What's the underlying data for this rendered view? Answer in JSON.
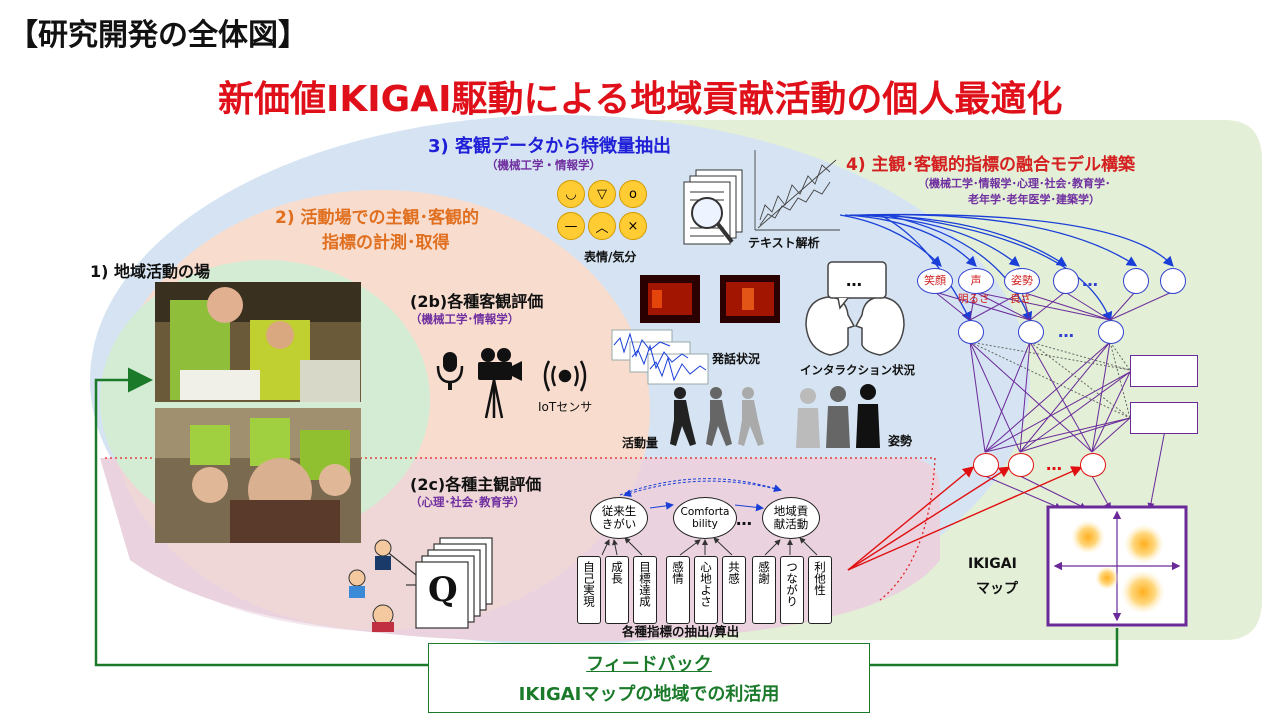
{
  "header": {
    "section_title": "【研究開発の全体図】",
    "main_title": "新価値IKIGAI駆動による地域貢献活動の個人最適化"
  },
  "section3": {
    "title": "3) 客観データから特徴量抽出",
    "subtitle": "（機械工学・情報学）",
    "expression_label": "表情/気分",
    "text_label": "テキスト解析",
    "speech_label": "発話状況",
    "interaction_label": "インタラクション状況",
    "activity_label": "活動量",
    "posture_label": "姿勢",
    "speech_bubble": "…"
  },
  "section4": {
    "title": "4) 主観･客観的指標の融合モデル構築",
    "subtitle_line1": "（機械工学･情報学･心理･社会･教育学･",
    "subtitle_line2": "老年学･老年医学･建築学）",
    "nodes": [
      "笑顔",
      "声",
      "姿勢"
    ],
    "node_sublabels": [
      "明るさ",
      "良さ"
    ],
    "ellipsis": "…"
  },
  "section2": {
    "title_line1": "2) 活動場での主観･客観的",
    "title_line2": "指標の計測･取得"
  },
  "section2b": {
    "title": "(2b)各種客観評価",
    "subtitle": "（機械工学･情報学）",
    "iot_label": "IoTセンサ"
  },
  "section2c": {
    "title": "(2c)各種主観評価",
    "subtitle": "（心理･社会･教育学）",
    "questionnaire_letter": "Q",
    "factors": [
      "従来生きがい",
      "Comfortability",
      "地域貢献活動"
    ],
    "indicators": [
      "自己実現",
      "成長",
      "目標達成",
      "感情",
      "心地よさ",
      "共感",
      "感謝",
      "つながり",
      "利他性"
    ],
    "bottom_label": "各種指標の抽出/算出",
    "ellipsis": "…"
  },
  "section1": {
    "title": "1) 地域活動の場"
  },
  "ikigai_map": {
    "label_line1": "IKIGAI",
    "label_line2": "マップ"
  },
  "feedback": {
    "title": "フィードバック",
    "subtitle": "IKIGAIマップの地域での利活用"
  },
  "colors": {
    "main_title": "#e0101a",
    "section3_title": "#1f1fd8",
    "section2_title": "#e07020",
    "section4_title": "#d42020",
    "subtitle": "#7030a0",
    "feedback": "#1a7a2a",
    "region_green": "#e3efd6",
    "region_blue": "#d5e3f2",
    "region_orange": "#fadccc",
    "region_pink": "#ead3de",
    "region_lightgreen": "#d4ecd4"
  }
}
